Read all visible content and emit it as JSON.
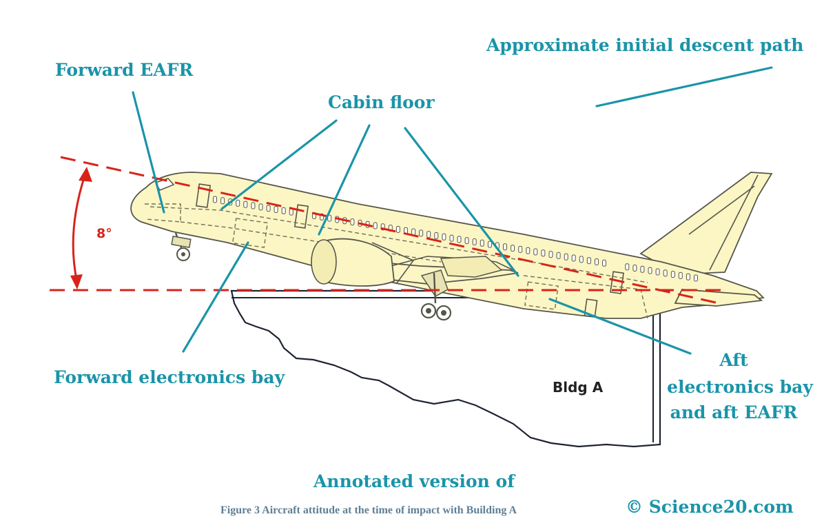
{
  "diagram": {
    "labels": {
      "forward_eafr": "Forward EAFR",
      "cabin_floor": "Cabin floor",
      "descent_path": "Approximate initial descent path",
      "angle": "8°",
      "forward_electronics_bay": "Forward electronics bay",
      "aft_line1": "Aft",
      "aft_line2": "electronics bay",
      "aft_line3": "and aft EAFR",
      "building": "Bldg A",
      "annotated_version": "Annotated version of",
      "figure_caption": "Figure 3 Aircraft attitude at the time of impact with Building A",
      "copyright": "© Science20.com"
    },
    "colors": {
      "annotation": "#1a94a8",
      "reference_lines": "#d8231a",
      "fuselage_fill": "#fbf6c4",
      "caption": "#5e7f97"
    }
  }
}
